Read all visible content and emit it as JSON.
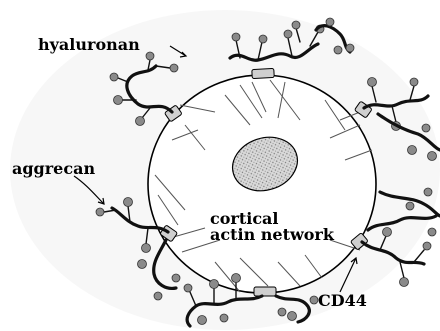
{
  "labels": {
    "hyaluronan": "hyaluronan",
    "aggrecan": "aggrecan",
    "cortical_line1": "cortical",
    "cortical_line2": "actin network",
    "cd44": "CD44"
  }
}
